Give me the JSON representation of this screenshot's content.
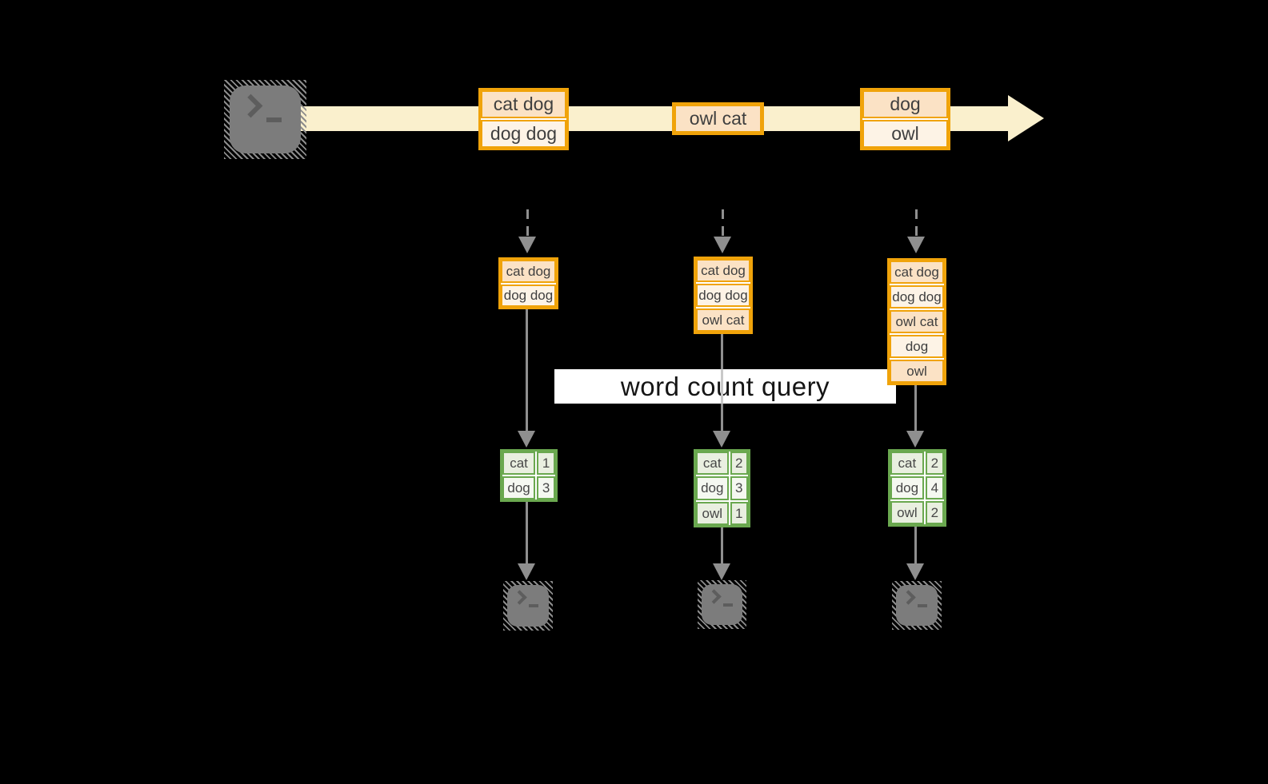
{
  "diagram": {
    "query_label": "word count query",
    "stream_batches": [
      {
        "events": [
          "cat dog",
          "dog dog"
        ]
      },
      {
        "events": [
          "owl cat"
        ]
      },
      {
        "events": [
          "dog",
          "owl"
        ]
      }
    ],
    "micro_batches": [
      {
        "input_rows": [
          "cat dog",
          "dog dog"
        ],
        "counts": [
          {
            "word": "cat",
            "count": "1"
          },
          {
            "word": "dog",
            "count": "3"
          }
        ]
      },
      {
        "input_rows": [
          "cat dog",
          "dog dog",
          "owl cat"
        ],
        "counts": [
          {
            "word": "cat",
            "count": "2"
          },
          {
            "word": "dog",
            "count": "3"
          },
          {
            "word": "owl",
            "count": "1"
          }
        ]
      },
      {
        "input_rows": [
          "cat dog",
          "dog dog",
          "owl cat",
          "dog",
          "owl"
        ],
        "counts": [
          {
            "word": "cat",
            "count": "2"
          },
          {
            "word": "dog",
            "count": "4"
          },
          {
            "word": "owl",
            "count": "2"
          }
        ]
      }
    ],
    "icons": {
      "source": "terminal-icon",
      "sinks": [
        "terminal-icon",
        "terminal-icon",
        "terminal-icon"
      ]
    },
    "colors": {
      "background": "#000000",
      "stream_band": "#faf0cd",
      "event_border": "#f0a30a",
      "event_fill_dark": "#fbe2c5",
      "event_fill_light": "#fdf3e6",
      "table_border": "#6aa84f",
      "table_fill_dark": "#e9efe0",
      "table_fill_light": "#f5f8f1",
      "arrow": "#8f8f8f",
      "terminal": "#7c7c7c",
      "banner_bg": "#ffffff",
      "text": "#3f3f3f"
    }
  }
}
